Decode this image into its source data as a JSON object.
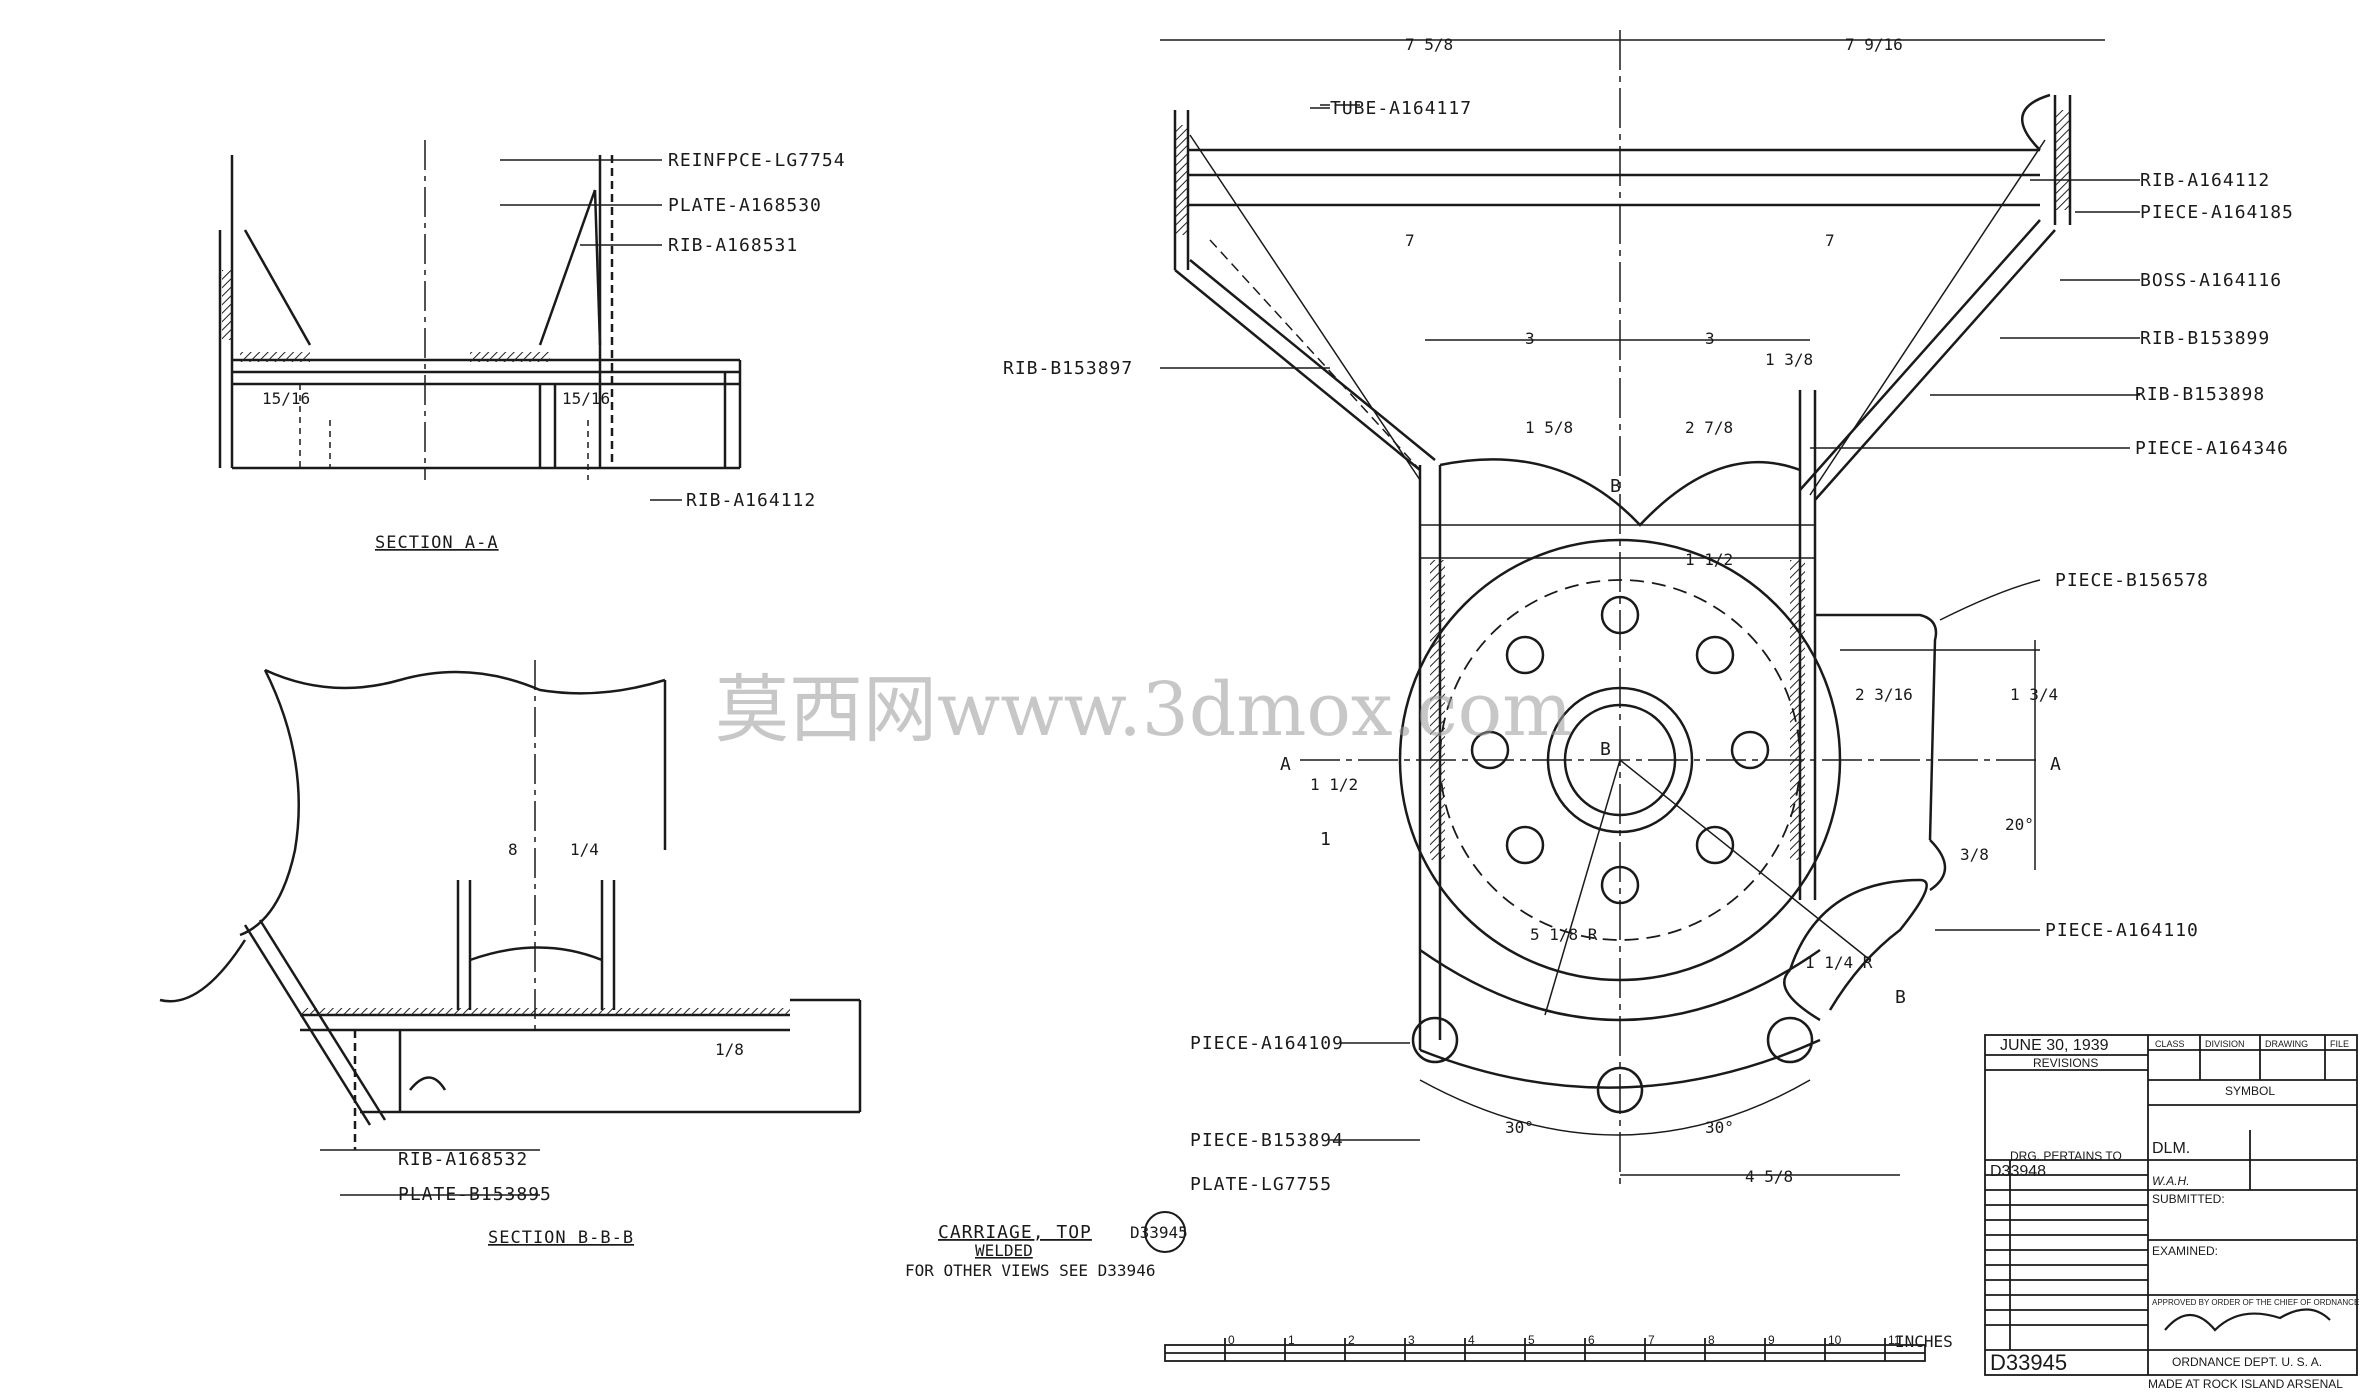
{
  "section_a": {
    "title": "SECTION A-A",
    "callouts": [
      "REINFPCE-LG7754",
      "PLATE-A168530",
      "RIB-A168531",
      "RIB-A164112"
    ],
    "dims": [
      "15/16",
      "15/16"
    ]
  },
  "section_b": {
    "title": "SECTION B-B-B",
    "callouts": [
      "RIB-A168532",
      "PLATE-B153895"
    ],
    "dims": [
      "8",
      "1/4",
      "1/8"
    ]
  },
  "main_view": {
    "callouts_right": [
      "RIB-A164112",
      "PIECE-A164185",
      "BOSS-A164116",
      "RIB-B153899",
      "RIB-B153898",
      "PIECE-A164346",
      "PIECE-B156578",
      "PIECE-A164110"
    ],
    "callouts_left": [
      "TUBE-A164117",
      "RIB-B153897",
      "PIECE-A164109",
      "PIECE-B153894",
      "PLATE-LG7755"
    ],
    "dims": [
      "7 5/8",
      "7 9/16",
      "7",
      "7",
      "3",
      "3",
      "1 3/8",
      "2 7/8",
      "1 5/8",
      "1 1/2",
      "2 3/16",
      "1 3/4",
      "3/8",
      "20°",
      "5 1/8 R",
      "1 1/4 R",
      "30°",
      "30°",
      "4 5/8",
      "1 1/2"
    ],
    "section_marks": [
      "A",
      "A",
      "B",
      "B",
      "B",
      "1"
    ]
  },
  "drawing_title": {
    "line1": "CARRIAGE, TOP",
    "line2": "WELDED",
    "ref": "D33945",
    "note": "FOR OTHER VIEWS SEE D33946"
  },
  "scale": {
    "ticks": [
      "0",
      "1",
      "2",
      "3",
      "4",
      "5",
      "6",
      "7",
      "8",
      "9",
      "10",
      "11"
    ],
    "unit": "INCHES"
  },
  "title_block": {
    "date": "JUNE 30, 1939",
    "revisions": "REVISIONS",
    "drg_pertains_to": "DRG. PERTAINS TO",
    "pertains_no": "D33948",
    "drawing_no": "D33945",
    "headers": [
      "CLASS",
      "DIVISION",
      "DRAWING",
      "FILE"
    ],
    "symbol": "SYMBOL",
    "drawn": "DLM.",
    "checked": "W.A.H.",
    "submitted": "SUBMITTED:",
    "examined": "EXAMINED:",
    "approved": "APPROVED BY ORDER OF THE CHIEF OF ORDNANCE",
    "ordnance": "ORDNANCE DEPT. U. S. A.",
    "arsenal": "MADE AT ROCK ISLAND ARSENAL"
  },
  "watermark": "莫西网www.3dmox.com"
}
